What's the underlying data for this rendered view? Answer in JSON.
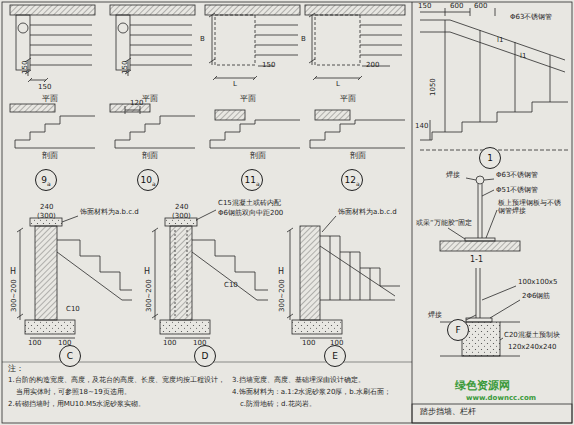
{
  "diagram": {
    "nodes": [
      {
        "text": [
          "9",
          "a"
        ]
      },
      {
        "text": [
          "10",
          "a"
        ]
      },
      {
        "text": [
          "11",
          "a"
        ]
      },
      {
        "text": [
          "12",
          "a"
        ]
      },
      {
        "text": [
          "1"
        ]
      },
      {
        "text": [
          "C"
        ]
      },
      {
        "text": [
          "D"
        ]
      },
      {
        "text": [
          "E"
        ]
      },
      {
        "text": [
          "F"
        ]
      }
    ],
    "labels": [
      "150",
      "150",
      "平面",
      "剖面",
      "150",
      "120",
      "平面",
      "剖面",
      "B",
      "L",
      "150",
      "平面",
      "剖面",
      "B",
      "L",
      "200",
      "平面",
      "剖面",
      "150",
      "600",
      "600",
      "Φ63不锈钢管",
      "l1",
      "l1",
      "1050",
      "140",
      "焊接",
      "Φ63不锈钢管",
      "Φ51不锈钢管",
      "板上预埋钢板与不锈钢管焊接",
      "或采“万能胶”固定",
      "1-1",
      "100x100x5",
      "2Φ6钢筋",
      "焊接",
      "C20混凝土预制块",
      "120x240x240",
      "240",
      "(300)",
      "饰面材料为a.b.c.d",
      "H",
      "C10",
      "300~200",
      "100",
      "100",
      "240",
      "(300)",
      "C15混凝土或砖内配",
      "Φ6钢筋双向中距200",
      "H",
      "C10",
      "300~200",
      "100",
      "100",
      "饰面材料为a.b.c.d",
      "H",
      "300~200",
      "100",
      "100",
      "注：",
      "1.台阶的构造宽度、高度，及花台的高度、长度、宽度均按工程设计，",
      "当用实体时，可参照18~19页选用。",
      "2.砖砌挡墙时，用MU10.M5水泥砂浆实砌。",
      "3.挡墙宽度、高度、基础埋深由设计确定。",
      "4.饰面材料为：a.1:2水泥砂浆20厚，b.水刷石面；",
      "c.防滑地砖；d.花岗岩。",
      "绿色资源网",
      "www.downcc.com",
      "踏步挡墙、栏杆"
    ]
  }
}
